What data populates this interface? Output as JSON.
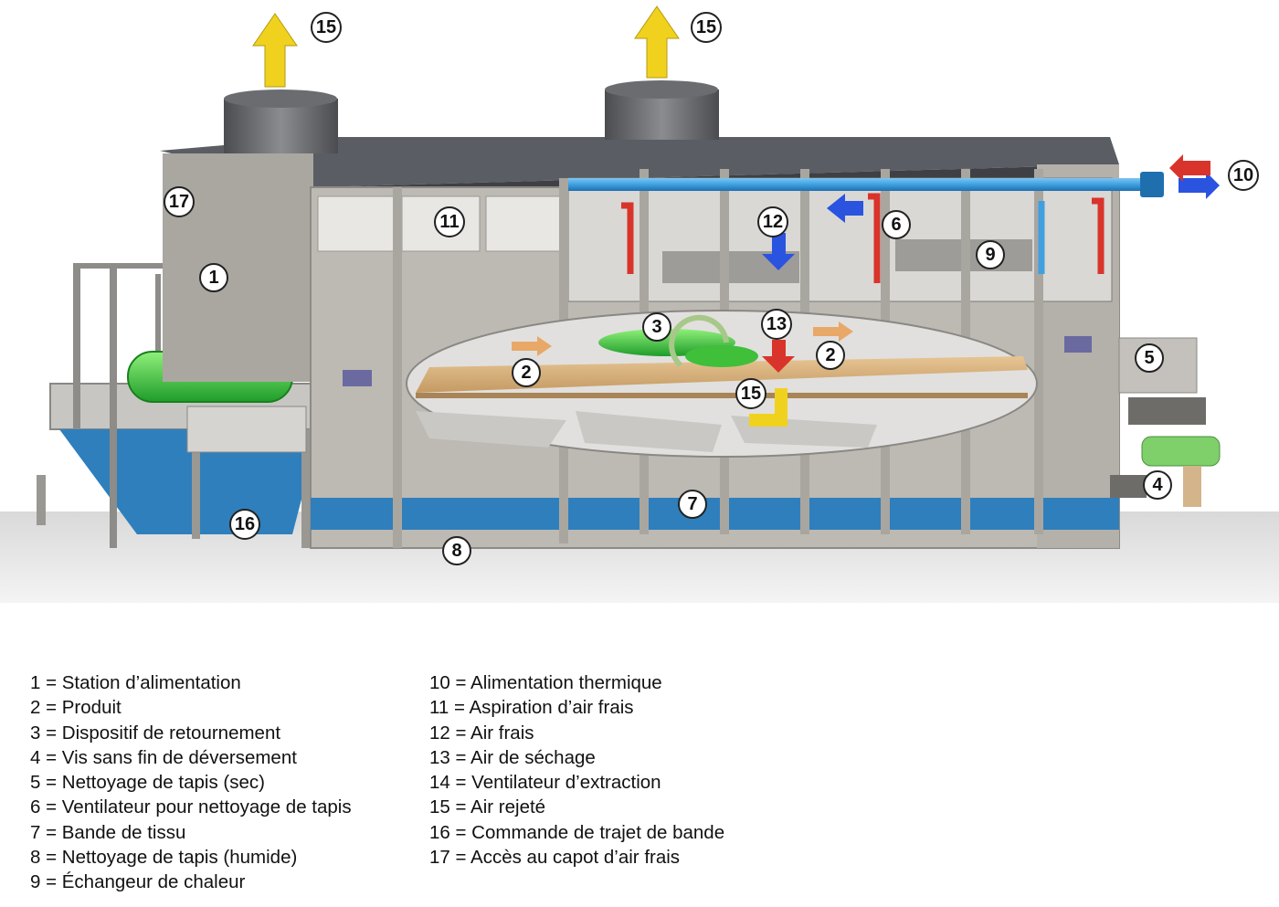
{
  "callouts": {
    "c1": "1",
    "c2a": "2",
    "c2b": "2",
    "c3": "3",
    "c4": "4",
    "c5": "5",
    "c6": "6",
    "c7": "7",
    "c8": "8",
    "c9": "9",
    "c10": "10",
    "c11": "11",
    "c12": "12",
    "c13": "13",
    "c15a": "15",
    "c15b": "15",
    "c15c": "15",
    "c16": "16",
    "c17": "17"
  },
  "legend": {
    "left": [
      "1 = Station d’alimentation",
      "2 = Produit",
      "3 = Dispositif de retournement",
      "4 = Vis sans fin de déversement",
      "5 = Nettoyage de tapis (sec)",
      "6 = Ventilateur pour nettoyage de tapis",
      "7 = Bande de tissu",
      "8 = Nettoyage de tapis (humide)",
      "9 = Échangeur de chaleur"
    ],
    "right": [
      "10 = Alimentation thermique",
      "11 = Aspiration d’air frais",
      "12 = Air frais",
      "13 = Air de séchage",
      "14 = Ventilateur d’extraction",
      "15 = Air rejeté",
      "16 = Commande de trajet de bande",
      "17 = Accès au capot d’air frais"
    ]
  },
  "colors": {
    "air_exhaust": "#f0d21e",
    "fresh_air": "#2a53e0",
    "drying_air": "#d9342b",
    "pipe_blue": "#3fa0e0",
    "belt_blue": "#2f7fbd",
    "product": "#d8b47e",
    "turner_green": "#3fbf3a",
    "panel_grey": "#bdb9b3",
    "roof_dark": "#5a5d63"
  }
}
